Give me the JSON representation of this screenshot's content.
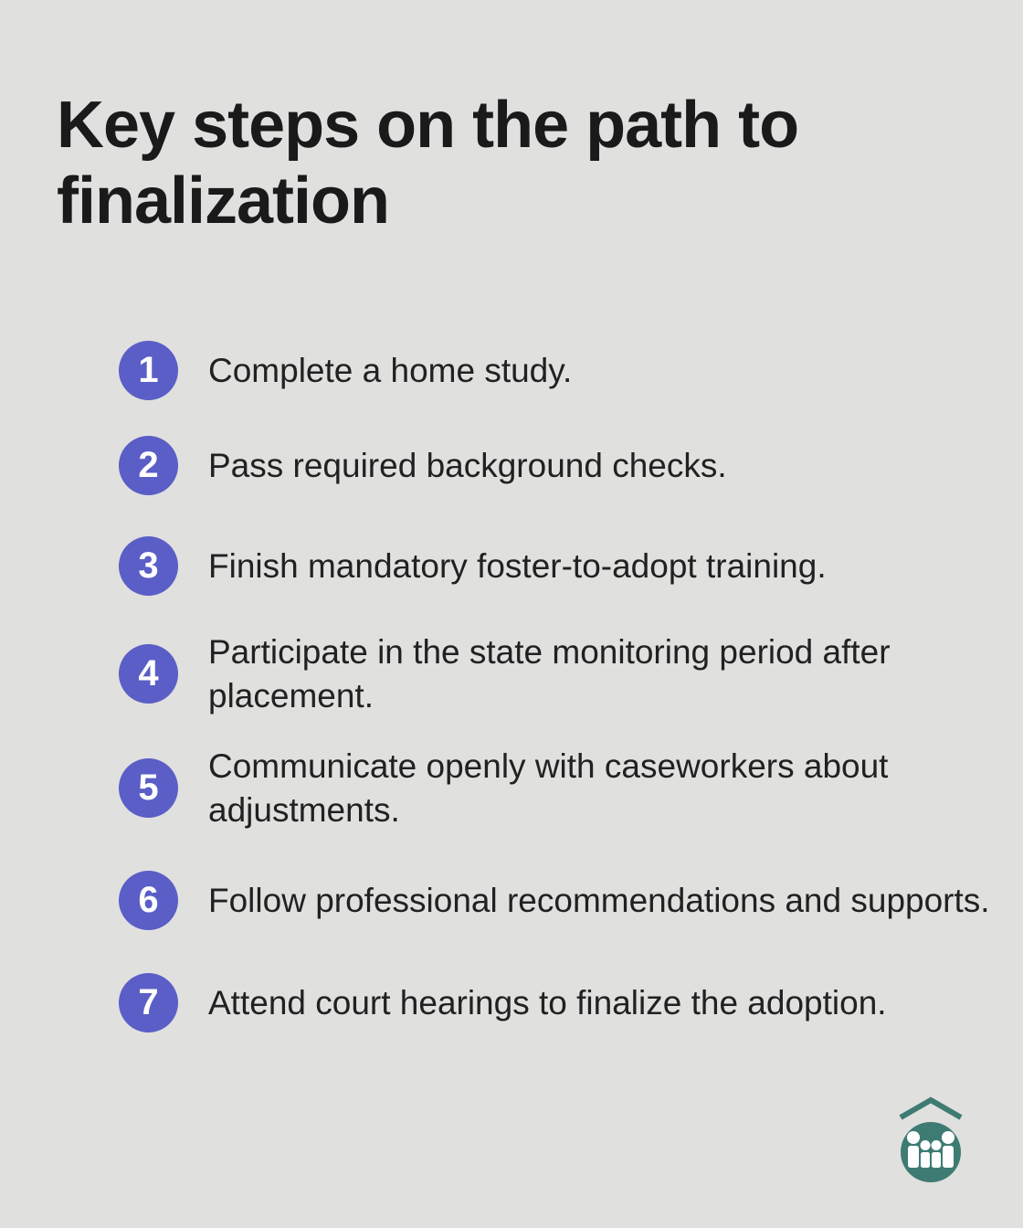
{
  "title": {
    "text": "Key steps on the path to finalization",
    "lines": [
      "Key steps on the path to",
      "finalization"
    ]
  },
  "steps": [
    {
      "number": "1",
      "text": "Complete a home study.",
      "lines": [
        "Complete a home study."
      ]
    },
    {
      "number": "2",
      "text": "Pass required background checks.",
      "lines": [
        "Pass required background checks."
      ]
    },
    {
      "number": "3",
      "text": "Finish mandatory foster-to-adopt training.",
      "lines": [
        "Finish mandatory foster-to-adopt training."
      ]
    },
    {
      "number": "4",
      "text": "Participate in the state monitoring period after placement.",
      "lines": [
        "Participate in the state monitoring period after",
        "placement."
      ]
    },
    {
      "number": "5",
      "text": "Communicate openly with caseworkers about adjustments.",
      "lines": [
        "Communicate openly with caseworkers about",
        "adjustments."
      ]
    },
    {
      "number": "6",
      "text": "Follow professional recommendations and supports.",
      "lines": [
        "Follow professional recommendations and supports."
      ]
    },
    {
      "number": "7",
      "text": "Attend court hearings to finalize the adoption.",
      "lines": [
        "Attend court hearings to finalize the adoption."
      ]
    }
  ],
  "logo": {
    "name": "family-home-logo"
  },
  "colors": {
    "background": "#e0e0df",
    "title_text": "#1a1a1a",
    "body_text": "#212121",
    "step_circle": "#5a5ec6",
    "step_number": "#ffffff",
    "logo_teal": "#3e7b72",
    "logo_figures": "#ffffff"
  }
}
